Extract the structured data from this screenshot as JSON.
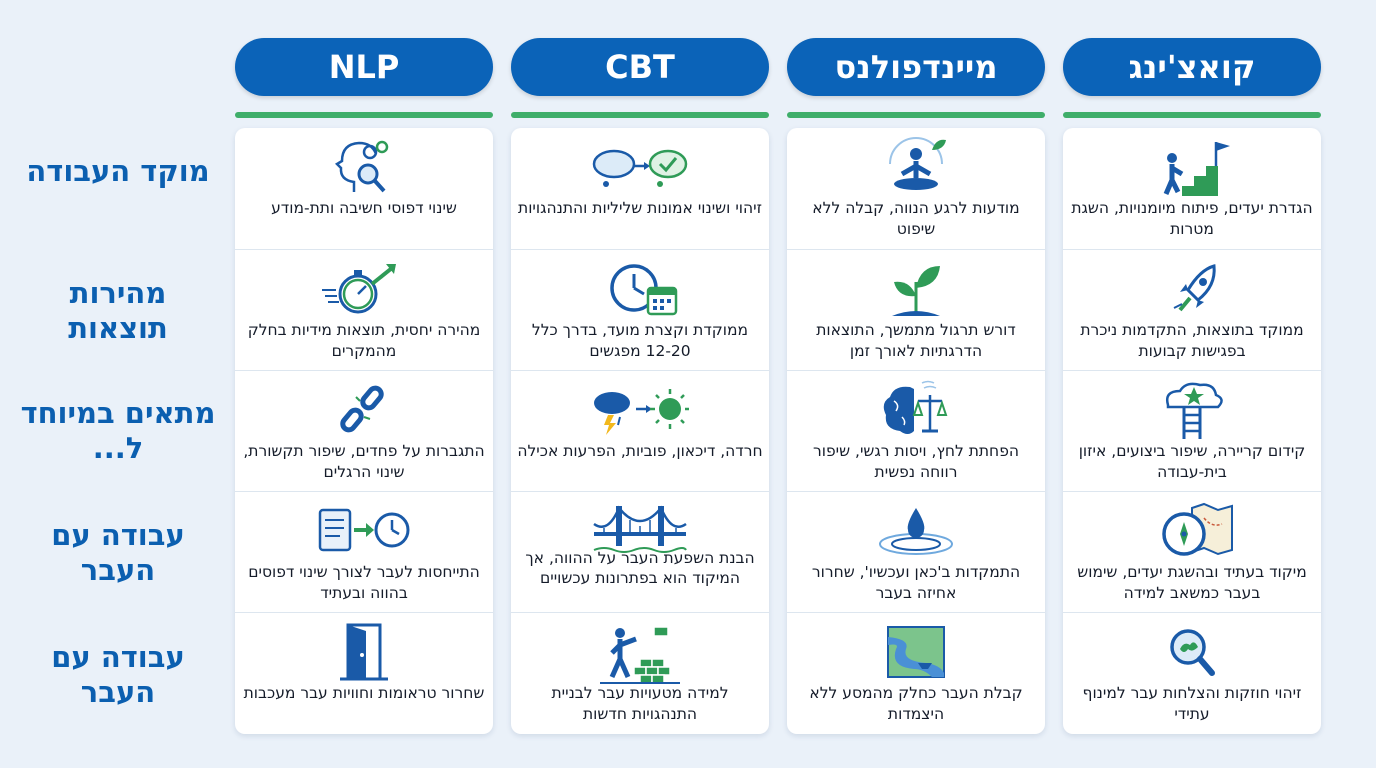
{
  "colors": {
    "header_bg": "#0b63b8",
    "accent_green": "#3fae6a",
    "row_label": "#0b5fb0",
    "icon_blue": "#1a5aa8",
    "icon_green": "#2f9b57"
  },
  "columns": [
    {
      "title": "NLP",
      "cells": [
        {
          "icon": "head-gears-magnifier-icon",
          "text": "שינוי דפוסי חשיבה ותת-מודע"
        },
        {
          "icon": "stopwatch-arrow-icon",
          "text": "מהירה יחסית, תוצאות מידיות בחלק מהמקרים"
        },
        {
          "icon": "broken-chain-icon",
          "text": "התגברות על פחדים, שיפור תקשורת, שינוי הרגלים"
        },
        {
          "icon": "scroll-arrow-clock-icon",
          "text": "התייחסות לעבר לצורך שינוי דפוסים בהווה ובעתיד"
        },
        {
          "icon": "open-door-icon",
          "text": "שחרור טראומות וחוויות עבר מעכבות"
        }
      ]
    },
    {
      "title": "CBT",
      "cells": [
        {
          "icon": "thought-clouds-check-icon",
          "text": "זיהוי ושינוי אמונות שליליות והתנהגויות"
        },
        {
          "icon": "clock-calendar-icon",
          "text": "ממוקדת וקצרת מועד, בדרך כלל 12-20 מפגשים"
        },
        {
          "icon": "storm-to-sun-icon",
          "text": "חרדה, דיכאון, פוביות, הפרעות אכילה"
        },
        {
          "icon": "bridge-icon",
          "text": "הבנת השפעת העבר על ההווה, אך המיקוד הוא בפתרונות עכשויים"
        },
        {
          "icon": "building-wall-icon",
          "text": "למידה מטעויות עבר לבניית התנהגויות חדשות"
        }
      ]
    },
    {
      "title": "מיינדפולנס",
      "cells": [
        {
          "icon": "meditation-icon",
          "text": "מודעות לרגע הנווה, קבלה ללא שיפוט"
        },
        {
          "icon": "sprout-icon",
          "text": "דורש תרגול מתמשך, התוצאות הדרגתיות לאורך זמן"
        },
        {
          "icon": "brain-scales-icon",
          "text": "הפחתת לחץ, ויסות רגשי, שיפור רווחה נפשית"
        },
        {
          "icon": "water-drop-icon",
          "text": "התמקדות ב'כאן ועכשיו', שחרור אחיזה בעבר"
        },
        {
          "icon": "river-boat-icon",
          "text": "קבלת העבר כחלק מהמסע ללא היצמדות"
        }
      ]
    },
    {
      "title": "קואצ'ינג",
      "cells": [
        {
          "icon": "stairs-flag-icon",
          "text": "הגדרת יעדים, פיתוח מיומנויות, השגת מטרות"
        },
        {
          "icon": "rocket-icon",
          "text": "ממוקד בתוצאות, התקדמות ניכרת בפגישות קבועות"
        },
        {
          "icon": "ladder-cloud-star-icon",
          "text": "קידום קריירה, שיפור ביצועים, איזון בית-עבודה"
        },
        {
          "icon": "compass-map-icon",
          "text": "מיקוד בעתיד ובהשגת יעדים, שימוש בעבר כמשאב למידה"
        },
        {
          "icon": "magnifier-icon",
          "text": "זיהוי חוזקות והצלחות עבר למינוף עתידי"
        }
      ]
    }
  ],
  "row_labels": [
    "מוקד העבודה",
    "מהירות תוצאות",
    "מתאים במיוחד ל...",
    "עבודה עם העבר",
    "עבודה עם העבר"
  ]
}
